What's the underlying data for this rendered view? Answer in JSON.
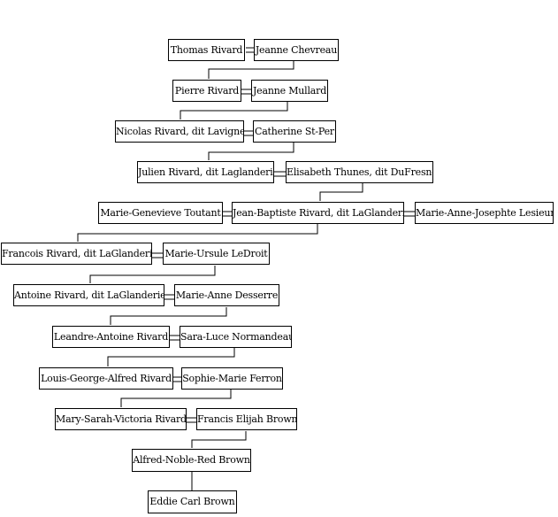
{
  "people": {
    "thomas_rivard": "Thomas Rivard",
    "jeanne_chevreau": "Jeanne Chevreau",
    "pierre_rivard": "Pierre Rivard",
    "jeanne_mullard": "Jeanne Mullard",
    "nicolas_rivard": "Nicolas Rivard, dit Lavigne",
    "catherine_st_per": "Catherine St-Per",
    "julien_rivard": "Julien Rivard, dit Laglanderie",
    "elisabeth_thunes": "Elisabeth Thunes, dit DuFresne",
    "marie_genevieve_toutant": "Marie-Genevieve Toutant",
    "jean_baptiste_rivard": "Jean-Baptiste Rivard, dit LaGlanderie",
    "marie_anne_josephte_lesieur": "Marie-Anne-Josephte Lesieur",
    "francois_rivard": "Francois Rivard, dit LaGlanderie",
    "marie_ursule_ledroit": "Marie-Ursule LeDroit",
    "antoine_rivard": "Antoine Rivard, dit LaGlanderie",
    "marie_anne_desserre": "Marie-Anne Desserre",
    "leandre_antoine_rivard": "Leandre-Antoine Rivard",
    "sara_luce_normandeau": "Sara-Luce Normandeau",
    "louis_george_alfred_rivard": "Louis-George-Alfred Rivard",
    "sophie_marie_ferron": "Sophie-Marie Ferron",
    "mary_sarah_victoria_rivard": "Mary-Sarah-Victoria Rivard",
    "francis_elijah_brown": "Francis Elijah Brown",
    "alfred_noble_red_brown": "Alfred-Noble-Red Brown",
    "eddie_carl_brown": "Eddie Carl Brown"
  }
}
